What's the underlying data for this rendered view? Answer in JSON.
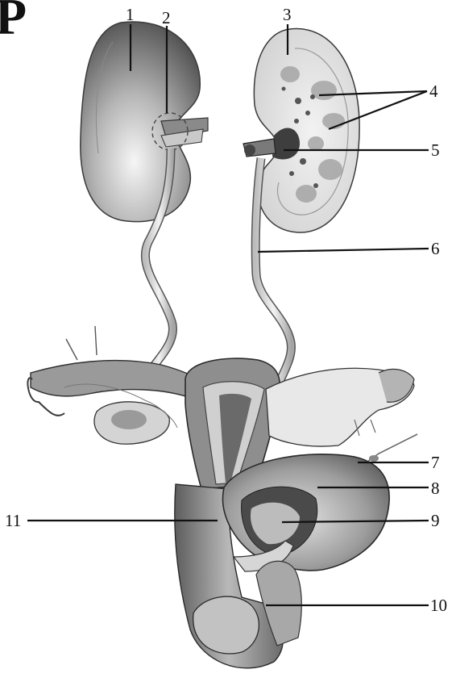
{
  "figure": {
    "corner_glyph": "P",
    "callouts": [
      {
        "id": "c1",
        "text": "1"
      },
      {
        "id": "c2",
        "text": "2"
      },
      {
        "id": "c3",
        "text": "3"
      },
      {
        "id": "c4",
        "text": "4"
      },
      {
        "id": "c5",
        "text": "5"
      },
      {
        "id": "c6",
        "text": "6"
      },
      {
        "id": "c7",
        "text": "7"
      },
      {
        "id": "c8",
        "text": "8"
      },
      {
        "id": "c9",
        "text": "9"
      },
      {
        "id": "c10",
        "text": "10"
      },
      {
        "id": "c11",
        "text": "11"
      }
    ]
  },
  "colors": {
    "background": "#ffffff",
    "ink": "#111111",
    "organ_dark": "#6f6f6f",
    "organ_mid": "#a6a6a6",
    "organ_light": "#e6e6e6"
  }
}
